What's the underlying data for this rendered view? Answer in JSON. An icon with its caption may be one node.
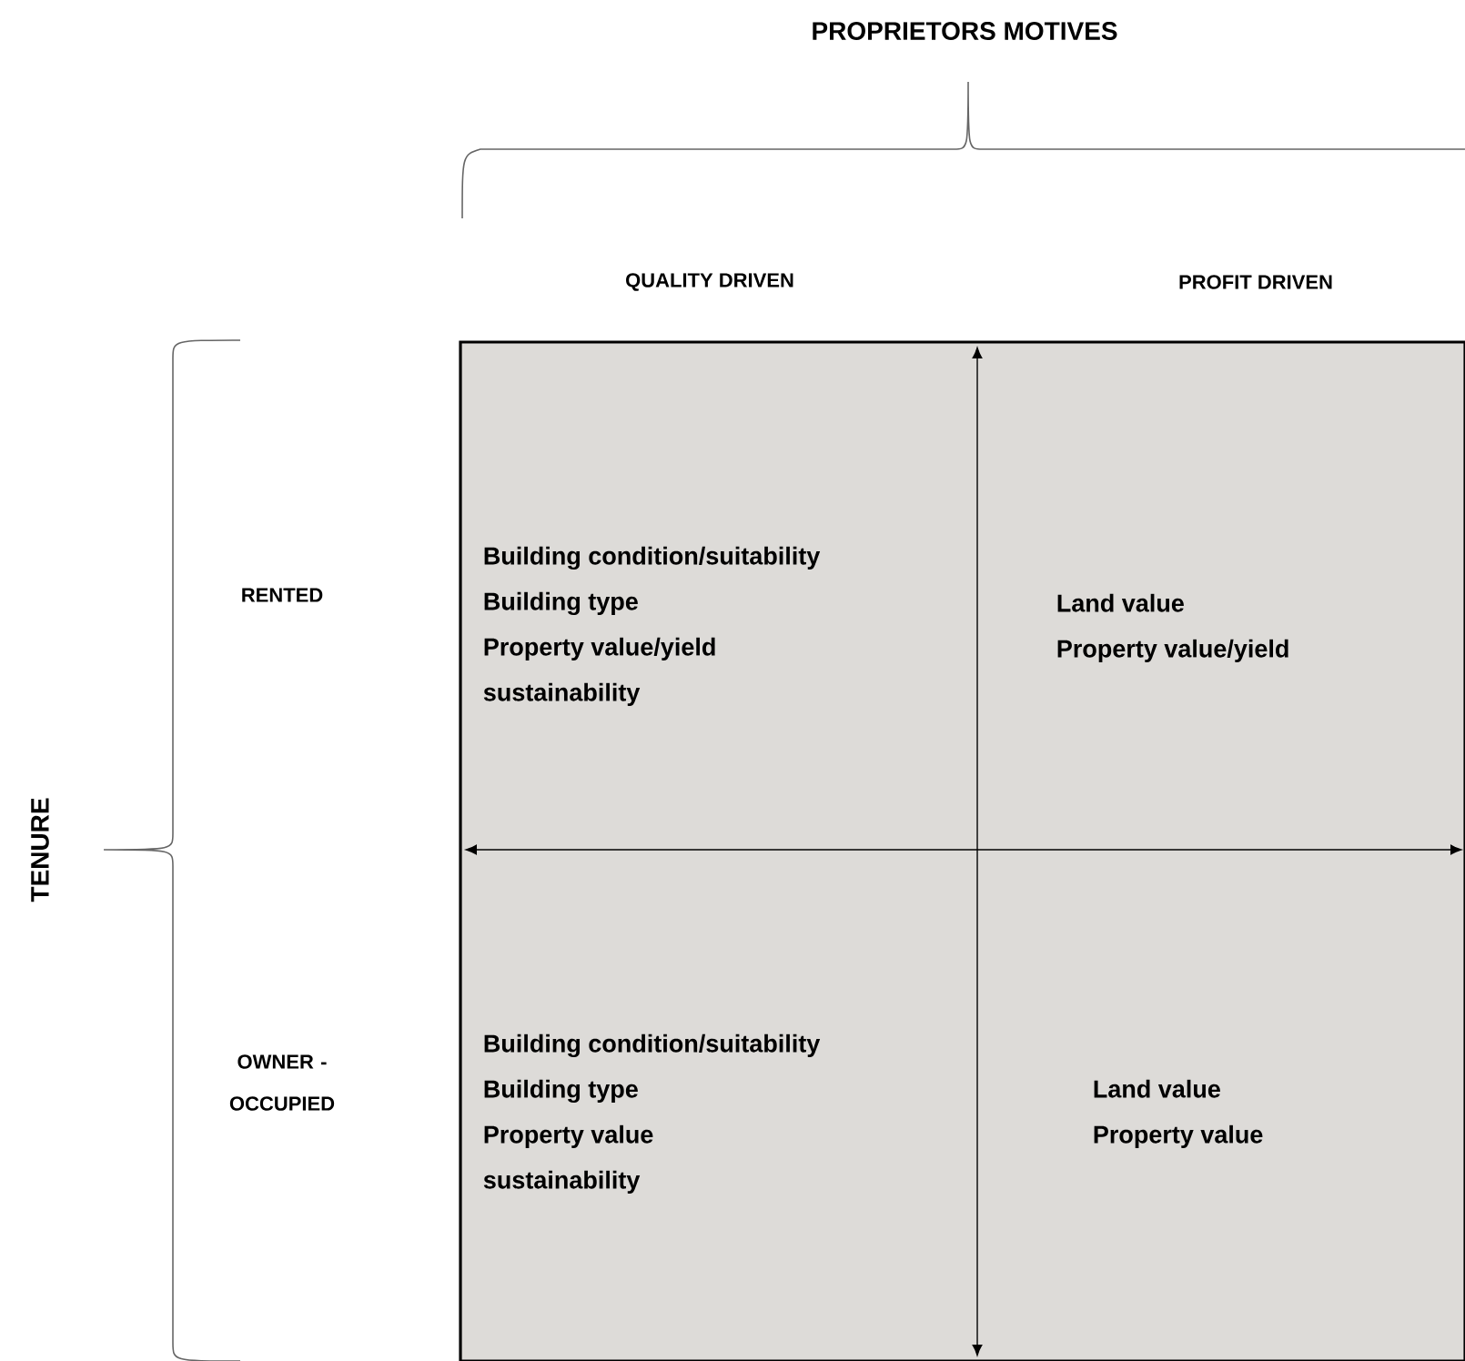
{
  "diagram": {
    "title": "PROPRIETORS MOTIVES",
    "nodes": [
      {
        "text": [],
        "shape": "box"
      },
      {
        "text": [
          "Building condition/suitability",
          "Building type",
          "Property value/yield",
          "sustainability"
        ],
        "in": 0
      },
      {
        "text": [
          "Land value",
          "Property value/yield"
        ],
        "in": 0
      },
      {
        "text": [
          "Building condition/suitability",
          "Building type",
          "Property value",
          "sustainability"
        ],
        "in": 0
      },
      {
        "text": [
          "Land value",
          "Property value"
        ],
        "in": 0
      }
    ],
    "labels": [
      "QUALITY DRIVEN",
      "PROFIT DRIVEN",
      "TENURE",
      "RENTED",
      "OWNER - OCCUPIED"
    ]
  }
}
